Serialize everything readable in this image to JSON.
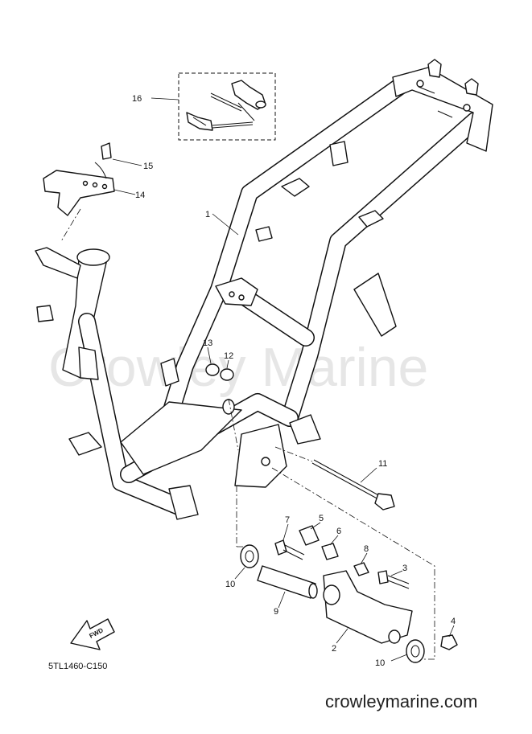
{
  "watermark": "Crowley Marine",
  "reference_code": "5TL1460-C150",
  "site_footer": "crowleymarine.com",
  "fwd_label": "FWD",
  "callouts": {
    "c1": "1",
    "c2": "2",
    "c3": "3",
    "c4": "4",
    "c5": "5",
    "c6": "6",
    "c7": "7",
    "c8": "8",
    "c9": "9",
    "c10a": "10",
    "c10b": "10",
    "c11": "11",
    "c12": "12",
    "c13": "13",
    "c14": "14",
    "c15": "15",
    "c16": "16"
  }
}
